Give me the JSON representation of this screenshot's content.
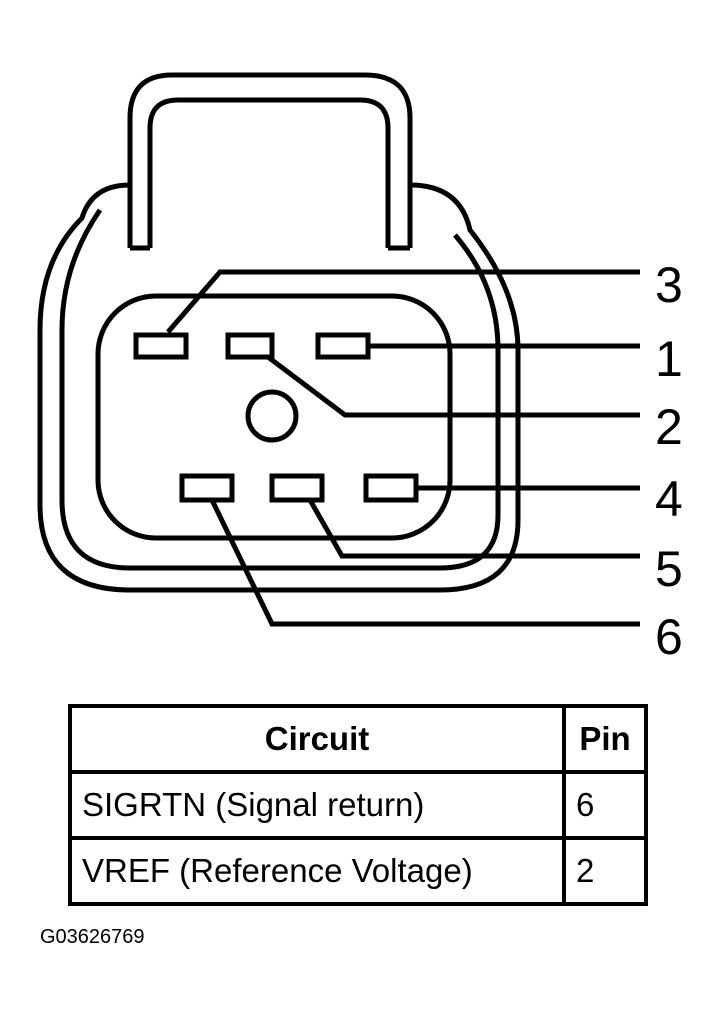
{
  "connector": {
    "pin_labels": [
      "3",
      "1",
      "2",
      "4",
      "5",
      "6"
    ]
  },
  "table": {
    "headers": {
      "circuit": "Circuit",
      "pin": "Pin"
    },
    "rows": [
      {
        "circuit": "SIGRTN (Signal return)",
        "pin": "6"
      },
      {
        "circuit": "VREF (Reference Voltage)",
        "pin": "2"
      }
    ]
  },
  "figure_id": "G03626769"
}
